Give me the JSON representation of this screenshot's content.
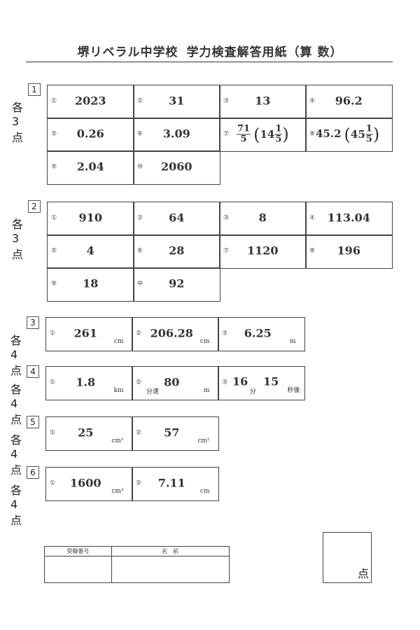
{
  "title": {
    "school": "堺リベラル中学校",
    "name": "学力検査解答用紙（算 数）"
  },
  "sections": [
    {
      "num": "1",
      "points": "各3点",
      "cells": [
        {
          "n": "①",
          "v": "2023"
        },
        {
          "n": "②",
          "v": "31"
        },
        {
          "n": "③",
          "v": "13"
        },
        {
          "n": "④",
          "v": "96.2"
        },
        {
          "n": "⑤",
          "v": "0.26"
        },
        {
          "n": "⑥",
          "v": "3.09"
        },
        {
          "n": "⑦",
          "frac_num": "71",
          "frac_den": "5",
          "mixed_whole": "14",
          "mixed_num": "1",
          "mixed_den": "5"
        },
        {
          "n": "⑧",
          "v": "45.2",
          "mixed_whole": "45",
          "mixed_num": "1",
          "mixed_den": "5"
        },
        {
          "n": "⑨",
          "v": "2.04"
        },
        {
          "n": "⑩",
          "v": "2060"
        }
      ]
    },
    {
      "num": "2",
      "points": "各3点",
      "cells": [
        {
          "n": "①",
          "v": "910"
        },
        {
          "n": "②",
          "v": "64"
        },
        {
          "n": "③",
          "v": "8"
        },
        {
          "n": "④",
          "v": "113.04"
        },
        {
          "n": "⑤",
          "v": "4"
        },
        {
          "n": "⑥",
          "v": "28"
        },
        {
          "n": "⑦",
          "v": "1120"
        },
        {
          "n": "⑧",
          "v": "196"
        },
        {
          "n": "⑨",
          "v": "18"
        },
        {
          "n": "⑩",
          "v": "92"
        }
      ]
    },
    {
      "num": "3",
      "points": "各4点",
      "cells": [
        {
          "n": "①",
          "v": "261",
          "u": "cm"
        },
        {
          "n": "②",
          "v": "206.28",
          "u": "cm"
        },
        {
          "n": "③",
          "v": "6.25",
          "u": "m"
        }
      ]
    },
    {
      "num": "4",
      "points": "各4点",
      "cells": [
        {
          "n": "①",
          "v": "1.8",
          "u": "km"
        },
        {
          "n": "②",
          "pre": "分速",
          "v": "80",
          "u": "m"
        },
        {
          "n": "③",
          "v": "16",
          "mid": "分",
          "v2": "15",
          "u": "秒後"
        }
      ]
    },
    {
      "num": "5",
      "points": "各4点",
      "cells": [
        {
          "n": "①",
          "v": "25",
          "u": "cm²"
        },
        {
          "n": "②",
          "v": "57",
          "u": "cm²"
        }
      ]
    },
    {
      "num": "6",
      "points": "各4点",
      "cells": [
        {
          "n": "①",
          "v": "1600",
          "u": "cm³"
        },
        {
          "n": "②",
          "v": "7.11",
          "u": "cm"
        }
      ]
    }
  ],
  "footer": {
    "exam_no": "受験番号",
    "name": "名　前",
    "score_unit": "点"
  }
}
